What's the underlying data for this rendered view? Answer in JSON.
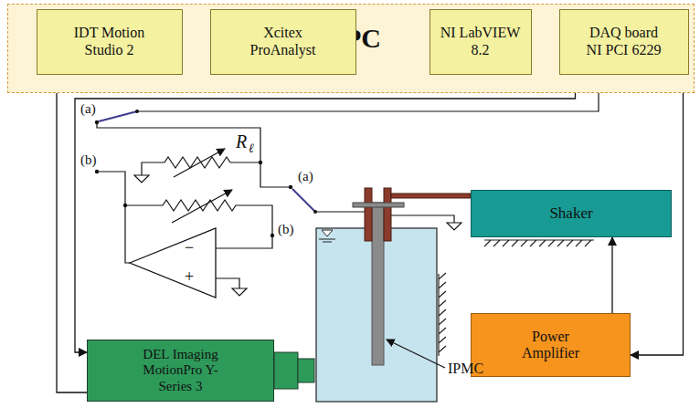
{
  "diagram": {
    "nodes": [
      {
        "text": [
          "PC"
        ]
      },
      {
        "text": [
          "IDT Motion Studio 2"
        ],
        "in": 0
      },
      {
        "text": [
          "Xcitex ProAnalyst"
        ],
        "in": 0
      },
      {
        "text": [
          "NI LabVIEW 8.2"
        ],
        "in": 0
      },
      {
        "text": [
          "DAQ board NI PCI 6229"
        ],
        "in": 0
      },
      {
        "text": [
          "Shaker"
        ]
      },
      {
        "text": [
          "Power Amplifier"
        ]
      },
      {
        "text": [
          "DEL Imaging MotionPro Y-Series 3"
        ]
      }
    ],
    "edges": [
      {
        "from": 1,
        "to": 2,
        "arrow": "to"
      },
      {
        "from": 3,
        "to": 4,
        "arrow": "to"
      },
      {
        "from": 4,
        "to": 3,
        "arrow": "to"
      },
      {
        "from": 7,
        "to": 1,
        "arrow": "to"
      },
      {
        "from": 4,
        "to": 7,
        "arrow": "to"
      },
      {
        "from": 4,
        "to": 6,
        "arrow": "to"
      },
      {
        "from": 6,
        "to": 5,
        "arrow": "to"
      }
    ],
    "labels": [
      "(a)",
      "(b)",
      "R",
      "ℓ",
      "(a)",
      "(b)",
      "−",
      "+",
      "IPMC"
    ]
  }
}
